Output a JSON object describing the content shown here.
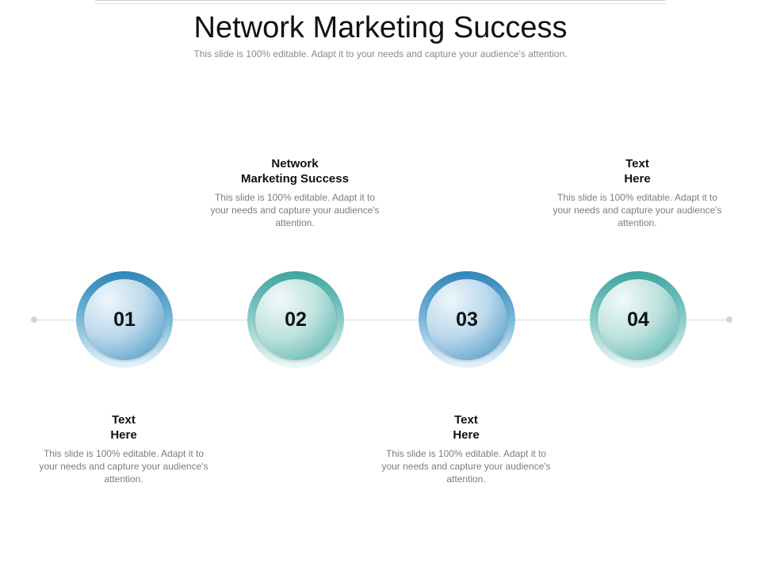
{
  "slide": {
    "title": "Network Marketing Success",
    "subtitle": "This slide is 100% editable. Adapt it to your needs and capture your audience's attention."
  },
  "steps": [
    {
      "number": "01",
      "color": "#3f8fc2",
      "heading_line1": "Text",
      "heading_line2": "Here",
      "description": "This slide is 100% editable. Adapt it to your needs and capture your audience's attention."
    },
    {
      "number": "02",
      "color": "#4aaea6",
      "heading_line1": "Network",
      "heading_line2": "Marketing Success",
      "description": "This slide is 100% editable. Adapt it to your needs and capture your audience's attention."
    },
    {
      "number": "03",
      "color": "#3f8fc2",
      "heading_line1": "Text",
      "heading_line2": "Here",
      "description": "This slide is 100% editable. Adapt it to your needs and capture your audience's attention."
    },
    {
      "number": "04",
      "color": "#4aaea6",
      "heading_line1": "Text",
      "heading_line2": "Here",
      "description": "This slide is 100% editable. Adapt it to your needs and capture your audience's attention."
    }
  ]
}
